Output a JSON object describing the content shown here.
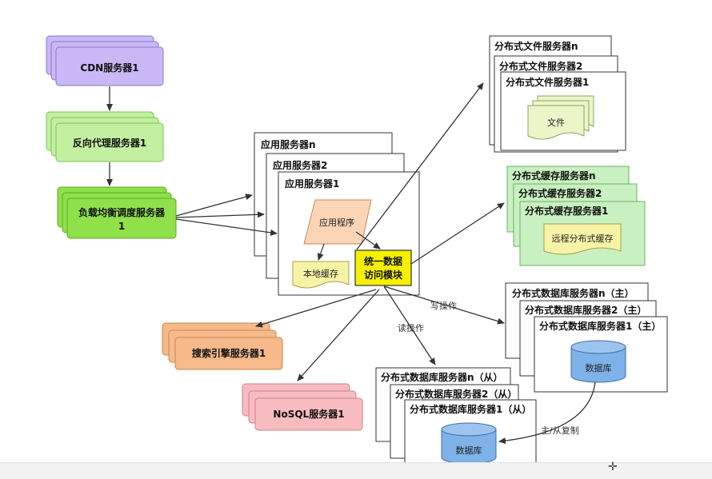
{
  "nodes": {
    "cdn": {
      "label": "CDN服务器1"
    },
    "reverse_proxy": {
      "label": "反向代理服务器1"
    },
    "load_balancer": {
      "line1": "负载均衡调度服务器",
      "line2": "1"
    },
    "app_servers": {
      "label_n": "应用服务器n",
      "label_2": "应用服务器2",
      "label_1": "应用服务器1"
    },
    "app_program": {
      "label": "应用程序"
    },
    "local_cache": {
      "label": "本地缓存"
    },
    "data_access": {
      "line1": "统一数据",
      "line2": "访问模块"
    },
    "file_servers": {
      "label_n": "分布式文件服务器n",
      "label_2": "分布式文件服务器2",
      "label_1": "分布式文件服务器1",
      "doc": "文件"
    },
    "cache_servers": {
      "label_n": "分布式缓存服务器n",
      "label_2": "分布式缓存服务器2",
      "label_1": "分布式缓存服务器1",
      "doc": "远程分布式缓存"
    },
    "db_master": {
      "label_n": "分布式数据库服务器n（主）",
      "label_2": "分布式数据库服务器2（主）",
      "label_1": "分布式数据库服务器1（主）",
      "db": "数据库"
    },
    "db_slave": {
      "label_n": "分布式数据库服务器n（从）",
      "label_2": "分布式数据库服务器2（从）",
      "label_1": "分布式数据库服务器1（从）",
      "db": "数据库"
    },
    "search": {
      "label": "搜索引擎服务器1"
    },
    "nosql": {
      "label": "NoSQL服务器1"
    }
  },
  "edges": {
    "write_op": "写操作",
    "read_op": "读操作",
    "replication": "主/从复制"
  },
  "colors": {
    "cdn": "#c9b8f5",
    "proxy": "#c2f0a0",
    "lb": "#8fe04a",
    "app_program": "#fbd5b5",
    "local_cache": "#f7f3a6",
    "data_access": "#f5f000",
    "doc": "#eaf5c8",
    "cache_doc": "#f7f3a6",
    "cache_server": "#c8f0c0",
    "search": "#f5b98a",
    "nosql": "#f8bcc0",
    "db": "#7fb2e8"
  },
  "ui": {
    "cursor_icon": "crosshair-cursor-icon"
  }
}
